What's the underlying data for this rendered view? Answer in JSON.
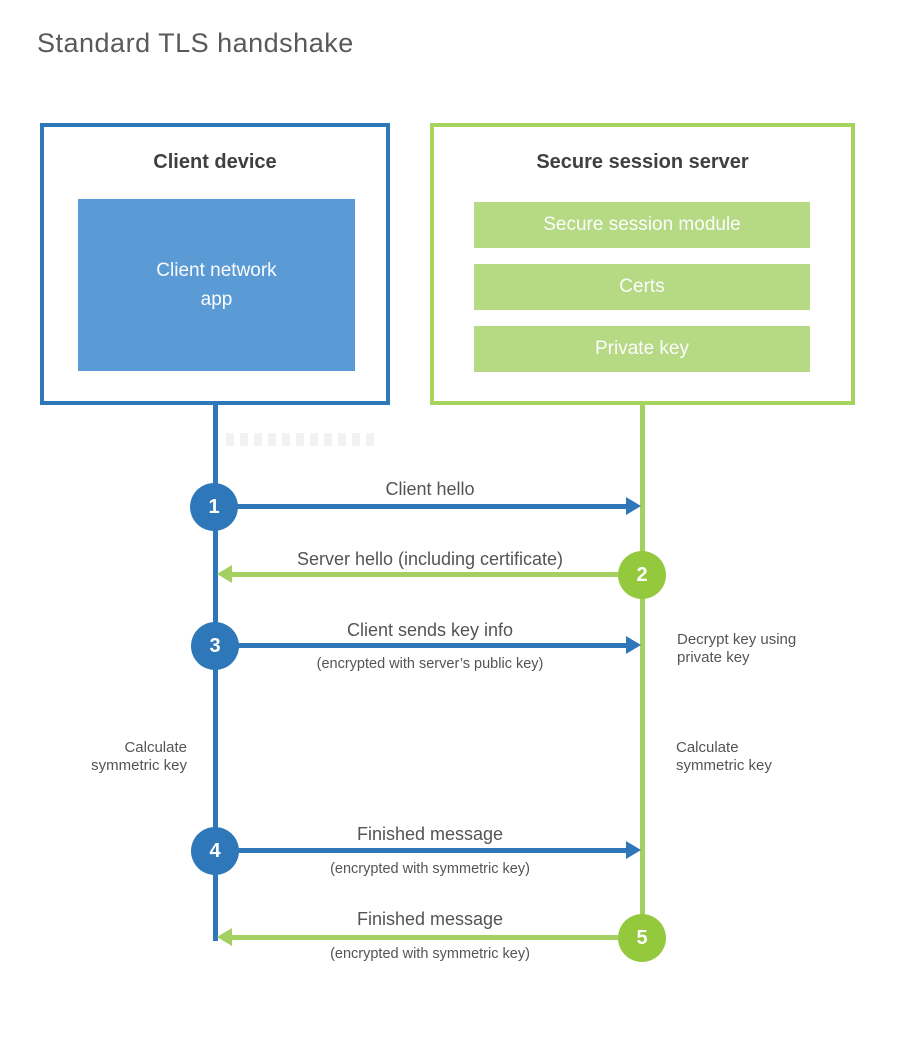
{
  "title": "Standard TLS handshake",
  "colors": {
    "blue": "#2e77b8",
    "blue_light": "#5b9bd5",
    "green_circle": "#94c83d",
    "green_line": "#a3d060",
    "green_bar": "#b6d983",
    "heading_text": "#404040",
    "label_text": "#545454"
  },
  "client": {
    "title": "Client device",
    "app_label": "Client network\napp"
  },
  "server": {
    "title": "Secure session server",
    "modules": [
      "Secure session module",
      "Certs",
      "Private key"
    ]
  },
  "steps": [
    {
      "num": "1",
      "label": "Client hello",
      "sublabel": "",
      "direction": "client-to-server",
      "color": "blue"
    },
    {
      "num": "2",
      "label": "Server hello (including certificate)",
      "sublabel": "",
      "direction": "server-to-client",
      "color": "green"
    },
    {
      "num": "3",
      "label": "Client sends key info",
      "sublabel": "(encrypted with server’s public key)",
      "direction": "client-to-server",
      "color": "blue"
    },
    {
      "num": "4",
      "label": "Finished message",
      "sublabel": "(encrypted with symmetric key)",
      "direction": "client-to-server",
      "color": "blue"
    },
    {
      "num": "5",
      "label": "Finished message",
      "sublabel": "(encrypted with symmetric key)",
      "direction": "server-to-client",
      "color": "green"
    }
  ],
  "annotations": {
    "decrypt": "Decrypt key using\nprivate key",
    "calc_left": "Calculate\nsymmetric key",
    "calc_right": "Calculate\nsymmetric key"
  }
}
